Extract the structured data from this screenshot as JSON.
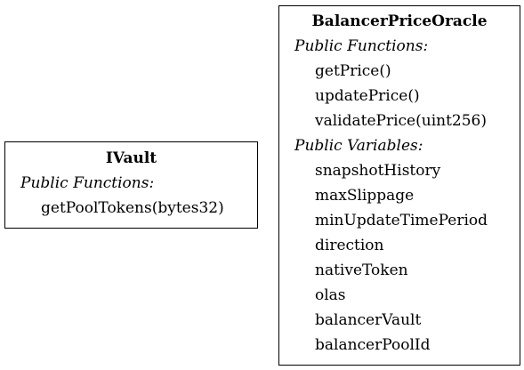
{
  "diagram": {
    "ivault": {
      "title": "IVault",
      "sections": [
        {
          "label": "Public Functions:",
          "items": [
            "getPoolTokens(bytes32)"
          ]
        }
      ]
    },
    "balancer_price_oracle": {
      "title": "BalancerPriceOracle",
      "sections": [
        {
          "label": "Public Functions:",
          "items": [
            "getPrice()",
            "updatePrice()",
            "validatePrice(uint256)"
          ]
        },
        {
          "label": "Public Variables:",
          "items": [
            "snapshotHistory",
            "maxSlippage",
            "minUpdateTimePeriod",
            "direction",
            "nativeToken",
            "olas",
            "balancerVault",
            "balancerPoolId"
          ]
        }
      ]
    }
  }
}
